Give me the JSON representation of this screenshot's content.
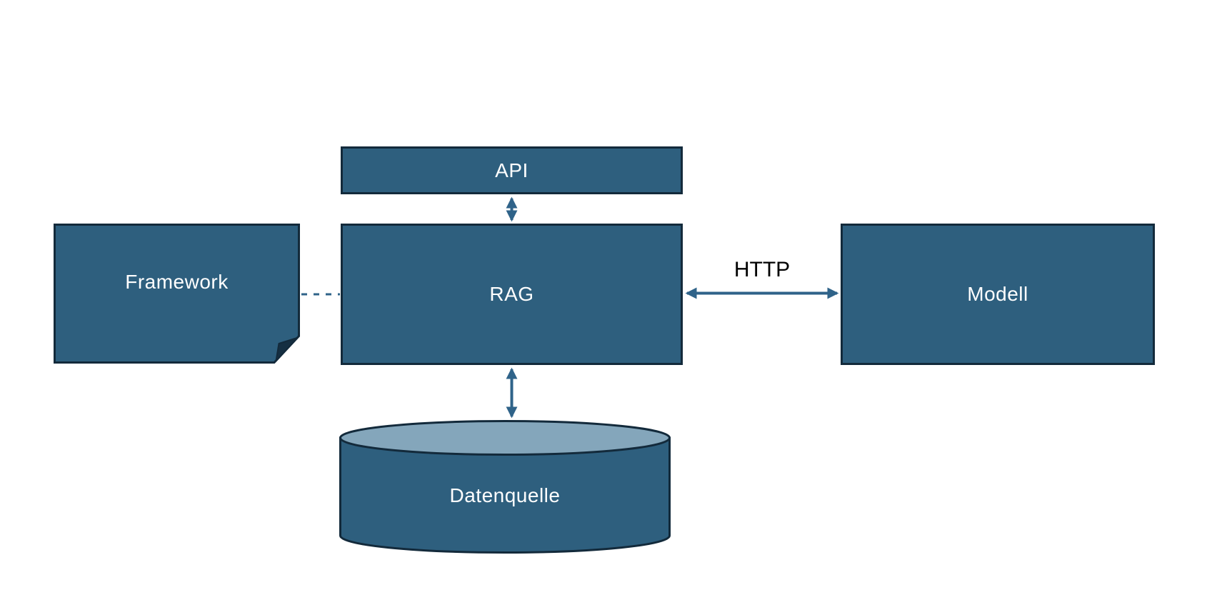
{
  "diagram": {
    "colors": {
      "shape_fill": "#2E5F7E",
      "shape_border": "#132A3B",
      "cylinder_top_fill": "#84A6BB",
      "connector": "#2F6389",
      "fold_fill": "#152F42",
      "label_text": "#FFFFFF",
      "annotation_text": "#000000",
      "canvas_bg": "#FFFFFF"
    },
    "nodes": {
      "api": {
        "label": "API",
        "shape": "rectangle"
      },
      "framework": {
        "label": "Framework",
        "shape": "folded-note"
      },
      "rag": {
        "label": "RAG",
        "shape": "rectangle"
      },
      "modell": {
        "label": "Modell",
        "shape": "rectangle"
      },
      "datenquelle": {
        "label": "Datenquelle",
        "shape": "cylinder"
      }
    },
    "edge_labels": {
      "http": "HTTP"
    },
    "connections": [
      {
        "from": "api",
        "to": "rag",
        "style": "double-arrow"
      },
      {
        "from": "rag",
        "to": "datenquelle",
        "style": "double-arrow"
      },
      {
        "from": "rag",
        "to": "modell",
        "style": "double-arrow",
        "label": "HTTP"
      },
      {
        "from": "framework",
        "to": "rag",
        "style": "dashed-line"
      }
    ]
  }
}
